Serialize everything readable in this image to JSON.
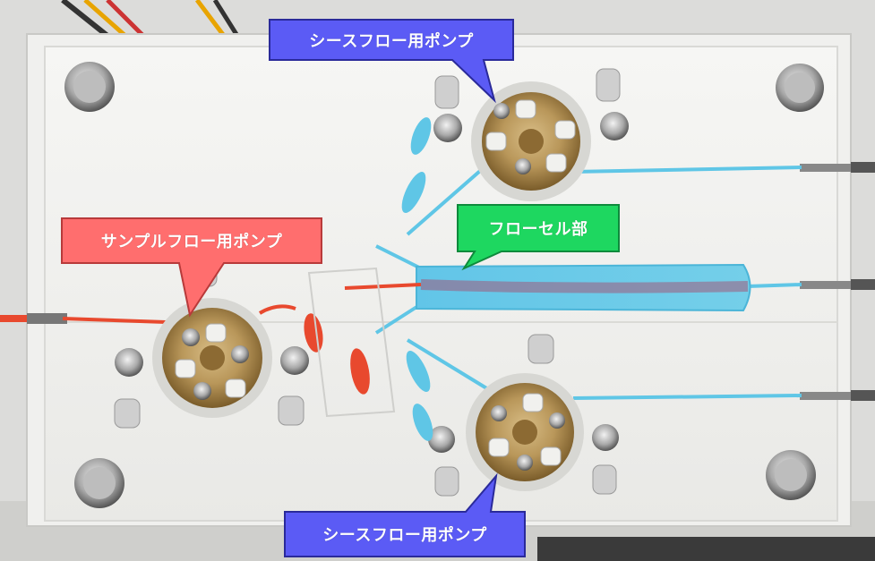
{
  "labels": {
    "sheath_pump_top": "シースフロー用ポンプ",
    "sample_pump": "サンプルフロー用ポンプ",
    "flow_cell": "フローセル部",
    "sheath_pump_bottom": "シースフロー用ポンプ"
  },
  "colors": {
    "blue_callout": "#5b5bf5",
    "red_callout": "#ff6e6e",
    "green_callout": "#1ed760",
    "sheath_fluid": "#5fc6e6",
    "sample_fluid": "#e8492e",
    "brass": "#b9975a"
  }
}
